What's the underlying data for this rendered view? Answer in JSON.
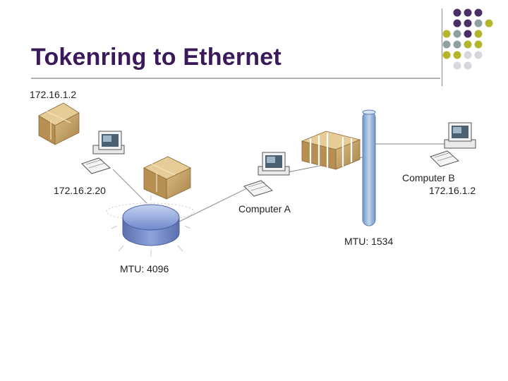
{
  "slide": {
    "title": "Tokenring to Ethernet"
  },
  "labels": {
    "ip_top_left": "172.16.1.2",
    "ip_left_pc": "172.16.2.20",
    "computer_a": "Computer A",
    "computer_b": "Computer B",
    "ip_computer_b": "172.16.1.2",
    "mtu_ring": "MTU: 4096",
    "mtu_ethernet": "MTU: 1534"
  },
  "colors": {
    "title": "#3b1a5a",
    "dot_purple": "#4a2f64",
    "dot_gray": "#8fa0a3",
    "dot_olive": "#b5b52a",
    "dot_light": "#d7d7dd",
    "ethernet_bus": "#93b3d9",
    "token_ring": "#7f97d6",
    "package": "#c9a56a"
  }
}
